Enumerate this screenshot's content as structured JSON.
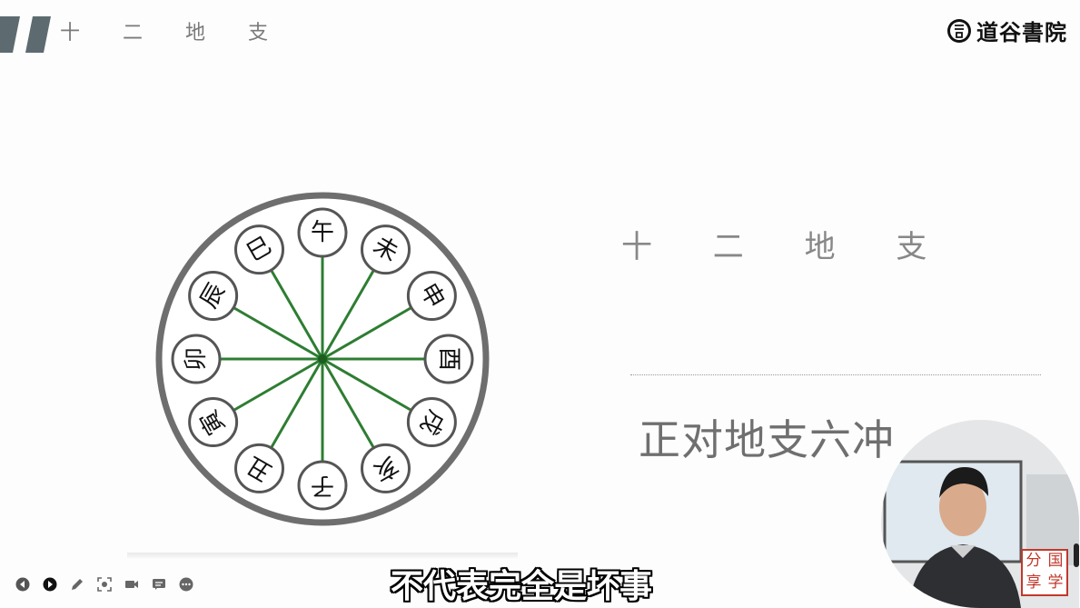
{
  "header": {
    "title": "十 二 地 支",
    "logo_text": "道谷書院",
    "logo_mark": "書"
  },
  "diagram": {
    "branches": [
      "午",
      "未",
      "申",
      "酉",
      "戌",
      "亥",
      "子",
      "丑",
      "寅",
      "卯",
      "辰",
      "巳"
    ]
  },
  "side_panel": {
    "title": "十 二 地 支",
    "headline": "正对地支六冲"
  },
  "webcam": {
    "stamp_chars": [
      "分",
      "国",
      "享",
      "学"
    ]
  },
  "subtitle": {
    "text": "不代表完全是坏事"
  },
  "toolbar": {
    "items": [
      "prev-icon",
      "next-icon",
      "pen-icon",
      "screenshot-icon",
      "camera-icon",
      "caption-icon",
      "more-icon"
    ]
  },
  "colors": {
    "spoke_green": "#2e7d32",
    "ring_gray": "#6e6e6e",
    "subtitle_text": "#ffffff",
    "stamp_red": "#c0392b"
  }
}
